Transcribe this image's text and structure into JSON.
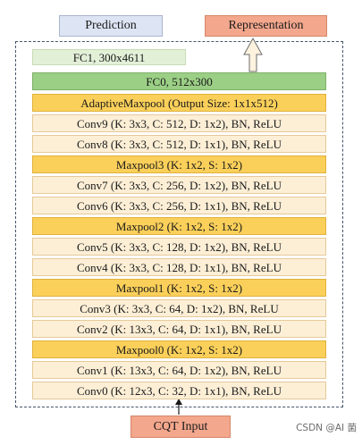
{
  "header": {
    "prediction": "Prediction",
    "representation": "Representation"
  },
  "layers": {
    "fc1": "FC1, 300x4611",
    "fc0": "FC0, 512x300",
    "adaptive_maxpool": "AdaptiveMaxpool (Output Size: 1x1x512)",
    "conv9": "Conv9 (K: 3x3, C: 512, D: 1x2), BN, ReLU",
    "conv8": "Conv8 (K: 3x3, C: 512, D: 1x1), BN, ReLU",
    "maxpool3": "Maxpool3 (K: 1x2, S: 1x2)",
    "conv7": "Conv7 (K: 3x3, C: 256, D: 1x2), BN, ReLU",
    "conv6": "Conv6 (K: 3x3, C: 256, D: 1x1), BN, ReLU",
    "maxpool2": "Maxpool2 (K: 1x2, S: 1x2)",
    "conv5": "Conv5 (K: 3x3, C: 128, D: 1x2), BN, ReLU",
    "conv4": "Conv4 (K: 3x3, C: 128, D: 1x1), BN, ReLU",
    "maxpool1": "Maxpool1 (K: 1x2, S: 1x2)",
    "conv3": "Conv3 (K: 3x3, C: 64, D: 1x2), BN, ReLU",
    "conv2": "Conv2 (K: 13x3, C: 64, D: 1x1), BN, ReLU",
    "maxpool0": "Maxpool0 (K: 1x2, S: 1x2)",
    "conv1": "Conv1 (K: 13x3, C: 64, D: 1x2), BN, ReLU",
    "conv0": "Conv0 (K: 12x3, C: 32, D: 1x1), BN, ReLU"
  },
  "input": "CQT Input",
  "watermark": "CSDN @AI 菌",
  "colors": {
    "pooling": "#fbd05a",
    "conv": "#fdefd6",
    "fc": "#9bcf85",
    "fc_light": "#e3f0d8",
    "prediction": "#dde4f3",
    "representation": "#f3a78d",
    "frame": "#44546a"
  }
}
